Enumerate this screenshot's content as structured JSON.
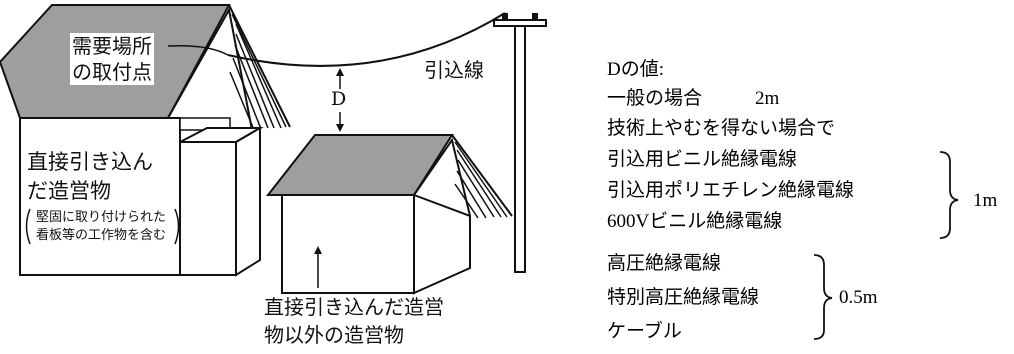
{
  "diagram": {
    "label_attach_point_line1": "需要場所",
    "label_attach_point_line2": "の取付点",
    "label_d": "D",
    "label_service_drop": "引込線",
    "label_direct_building_line1": "直接引き込ん",
    "label_direct_building_line2": "だ造営物",
    "label_direct_building_note_line1": "堅固に取り付けられた",
    "label_direct_building_note_line2": "看板等の工作物を含む",
    "label_other_building_line1": "直接引き込んだ造営",
    "label_other_building_line2": "物以外の造営物"
  },
  "notes": {
    "heading": "Dの値:",
    "general_case": "一般の場合",
    "general_value": "2m",
    "unavoidable_case": "技術上やむを得ない場合で",
    "group1_items": [
      "引込用ビニル絶縁電線",
      "引込用ポリエチレン絶縁電線",
      "600Vビニル絶縁電線"
    ],
    "group1_value": "1m",
    "group2_items": [
      "高圧絶縁電線",
      "特別高圧絶縁電線",
      "ケーブル"
    ],
    "group2_value": "0.5m"
  }
}
